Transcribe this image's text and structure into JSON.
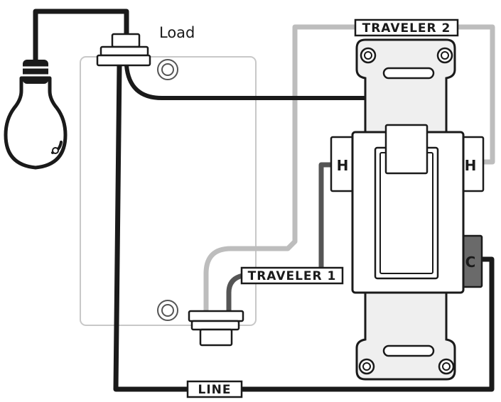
{
  "labels": {
    "load": "Load",
    "line": "LINE",
    "traveler_1": "TRAVELER 1",
    "traveler_2": "TRAVELER 2",
    "terminal_h_left": "H",
    "terminal_h_right": "H",
    "terminal_c": "C"
  },
  "colors": {
    "wire_black": "#1a1a1a",
    "wire_gray": "#bdbdbd",
    "wire_dark_gray": "#555555",
    "terminal_c": "#6a6a6a",
    "plate_outline": "#c8c8c8"
  }
}
